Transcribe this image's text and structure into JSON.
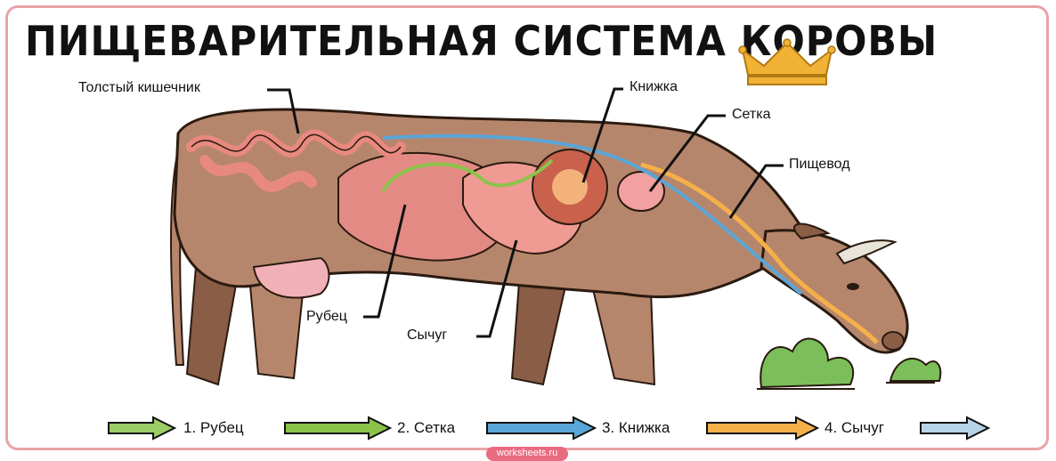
{
  "title": "ПИЩЕВАРИТЕЛЬНАЯ СИСТЕМА КОРОВЫ",
  "labels": {
    "large_intestine": "Толстый кишечник",
    "omasum": "Книжка",
    "reticulum": "Сетка",
    "esophagus": "Пищевод",
    "rumen": "Рубец",
    "abomasum": "Сычуг"
  },
  "legend": [
    {
      "text": "1. Рубец",
      "color": "#9ccc65"
    },
    {
      "text": "2. Сетка",
      "color": "#8bc34a"
    },
    {
      "text": "3. Книжка",
      "color": "#5aa6d8"
    },
    {
      "text": "4. Сычуг",
      "color": "#f6b04a"
    }
  ],
  "legend_end_color": "#b7d3e6",
  "watermark": "worksheets.ru",
  "colors": {
    "frame": "#e9a3a6",
    "cow_body": "#b6866c",
    "cow_dark": "#8a5d46",
    "intestine": "#e8897f",
    "stomach": "#e38a84",
    "udder": "#f2b1b6",
    "crown": "#f2b235",
    "plants": "#7cbf5a"
  }
}
